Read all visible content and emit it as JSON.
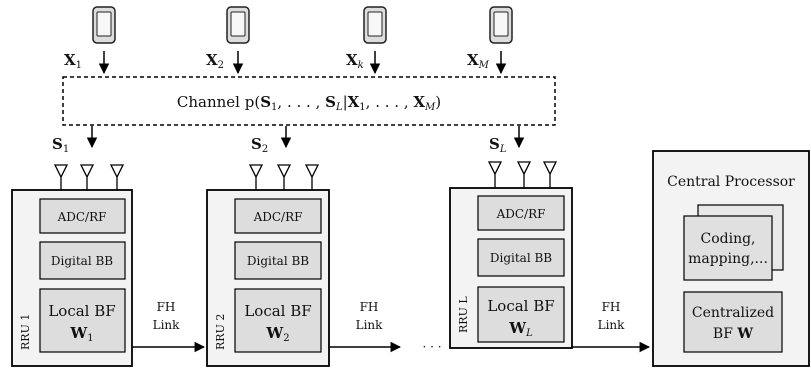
{
  "users": [
    {
      "label": "X",
      "sub": "1"
    },
    {
      "label": "X",
      "sub": "2"
    },
    {
      "label": "X",
      "sub": "k"
    },
    {
      "label": "X",
      "sub": "M"
    }
  ],
  "channel": {
    "prefix": "Channel p(",
    "s_first": "S",
    "s_first_sub": "1",
    "dots1": ", . . . , ",
    "s_last": "S",
    "s_last_sub": "L",
    "bar": "|",
    "x_first": "X",
    "x_first_sub": "1",
    "dots2": ", . . . , ",
    "x_last": "X",
    "x_last_sub": "M",
    "suffix": ")"
  },
  "signals": [
    {
      "label": "S",
      "sub": "1"
    },
    {
      "label": "S",
      "sub": "2"
    },
    {
      "label": "S",
      "sub": "L"
    }
  ],
  "rrus": [
    {
      "name": "RRU 1",
      "adc": "ADC/RF",
      "digital": "Digital BB",
      "bf_title": "Local BF",
      "bf_w": "W",
      "bf_sub": "1"
    },
    {
      "name": "RRU 2",
      "adc": "ADC/RF",
      "digital": "Digital BB",
      "bf_title": "Local BF",
      "bf_w": "W",
      "bf_sub": "2"
    },
    {
      "name": "RRU L",
      "adc": "ADC/RF",
      "digital": "Digital BB",
      "bf_title": "Local BF",
      "bf_w": "W",
      "bf_sub": "L"
    }
  ],
  "fh_links": [
    {
      "line1": "FH",
      "line2": "Link"
    },
    {
      "line1": "FH",
      "line2": "Link"
    },
    {
      "line1": "FH",
      "line2": "Link"
    }
  ],
  "ellipsis": "· · ·",
  "central": {
    "title": "Central Processor",
    "coding_line1": "Coding,",
    "coding_line2": "mapping,...",
    "bf_line1": "Centralized",
    "bf_line2_text": "BF ",
    "bf_line2_w": "W"
  }
}
